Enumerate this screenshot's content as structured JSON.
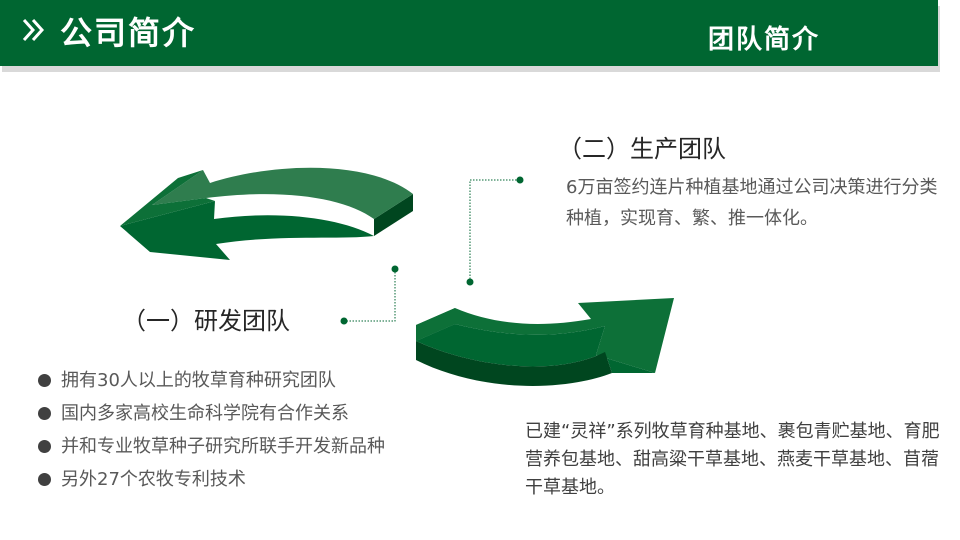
{
  "header": {
    "title": "公司简介",
    "subtitle": "团队简介",
    "icon": "double-chevron-right-icon"
  },
  "colors": {
    "brand_green": "#006631",
    "dark_green": "#00461f",
    "text_dark": "#262626",
    "text_body": "#595959"
  },
  "rd_team": {
    "title": "（一）研发团队",
    "points": [
      "拥有30人以上的牧草育种研究团队",
      "国内多家高校生命科学院有合作关系",
      "并和专业牧草种子研究所联手开发新品种",
      "另外27个农牧专利技术"
    ]
  },
  "production_team": {
    "title": "（二）生产团队",
    "description": "6万亩签约连片种植基地通过公司决策进行分类种植，实现育、繁、推一体化。"
  },
  "bases": {
    "text": "已建“灵祥”系列牧草育种基地、裹包青贮基地、育肥营养包基地、甜高粱干草基地、燕麦干草基地、苜蓿干草基地。"
  }
}
